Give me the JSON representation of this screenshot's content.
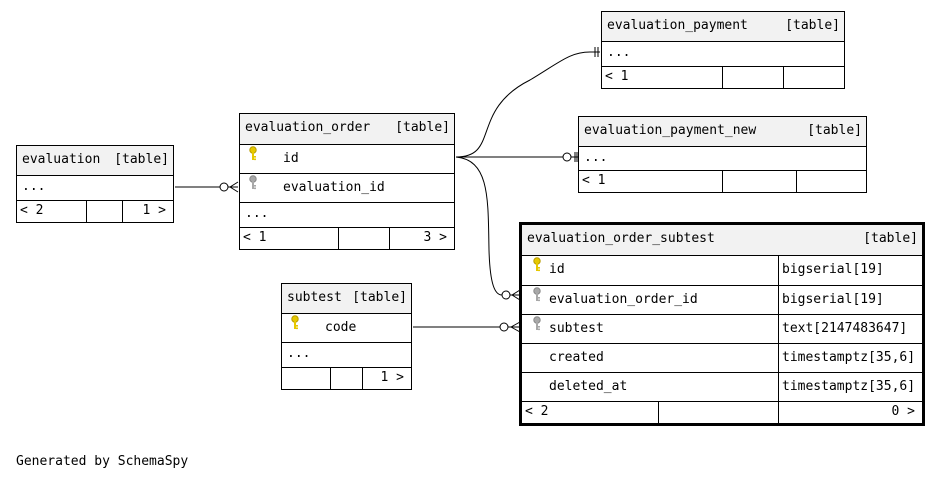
{
  "tables": {
    "evaluation": {
      "name": "evaluation",
      "kind": "[table]",
      "ellipsis": "...",
      "foot_left": "< 2",
      "foot_right": "1 >"
    },
    "evaluation_order": {
      "name": "evaluation_order",
      "kind": "[table]",
      "col_id": "id",
      "col_eval_id": "evaluation_id",
      "ellipsis": "...",
      "foot_left": "< 1",
      "foot_right": "3 >"
    },
    "evaluation_payment": {
      "name": "evaluation_payment",
      "kind": "[table]",
      "ellipsis": "...",
      "foot_left": "< 1"
    },
    "evaluation_payment_new": {
      "name": "evaluation_payment_new",
      "kind": "[table]",
      "ellipsis": "...",
      "foot_left": "< 1"
    },
    "subtest": {
      "name": "subtest",
      "kind": "[table]",
      "col_code": "code",
      "ellipsis": "...",
      "foot_right": "1 >"
    },
    "evaluation_order_subtest": {
      "name": "evaluation_order_subtest",
      "kind": "[table]",
      "columns": [
        {
          "name": "id",
          "type": "bigserial[19]",
          "key": "primary"
        },
        {
          "name": "evaluation_order_id",
          "type": "bigserial[19]",
          "key": "foreign"
        },
        {
          "name": "subtest",
          "type": "text[2147483647]",
          "key": "foreign"
        },
        {
          "name": "created",
          "type": "timestamptz[35,6]",
          "key": ""
        },
        {
          "name": "deleted_at",
          "type": "timestamptz[35,6]",
          "key": ""
        }
      ],
      "foot_left": "< 2",
      "foot_right": "0 >"
    }
  },
  "colors": {
    "primary_key": "#e6c800",
    "foreign_key": "#a8a8a8",
    "header_bg": "#f2f2f2"
  },
  "footer": "Generated by SchemaSpy"
}
